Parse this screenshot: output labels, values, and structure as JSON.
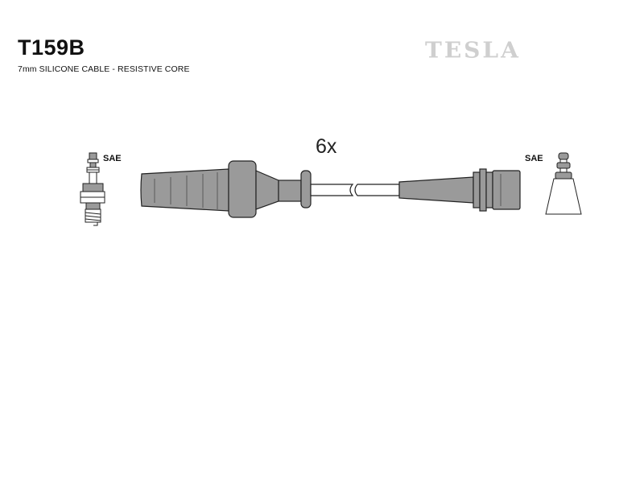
{
  "header": {
    "part_number": "T159B",
    "subtitle": "7mm SILICONE CABLE - RESISTIVE CORE",
    "brand": "TESLA"
  },
  "diagram": {
    "quantity_label": "6x",
    "left_terminal_label": "SAE",
    "right_terminal_label": "SAE"
  },
  "colors": {
    "boot_fill": "#9a9a9a",
    "outline": "#222222",
    "brand_gray": "#cfcfcf"
  }
}
